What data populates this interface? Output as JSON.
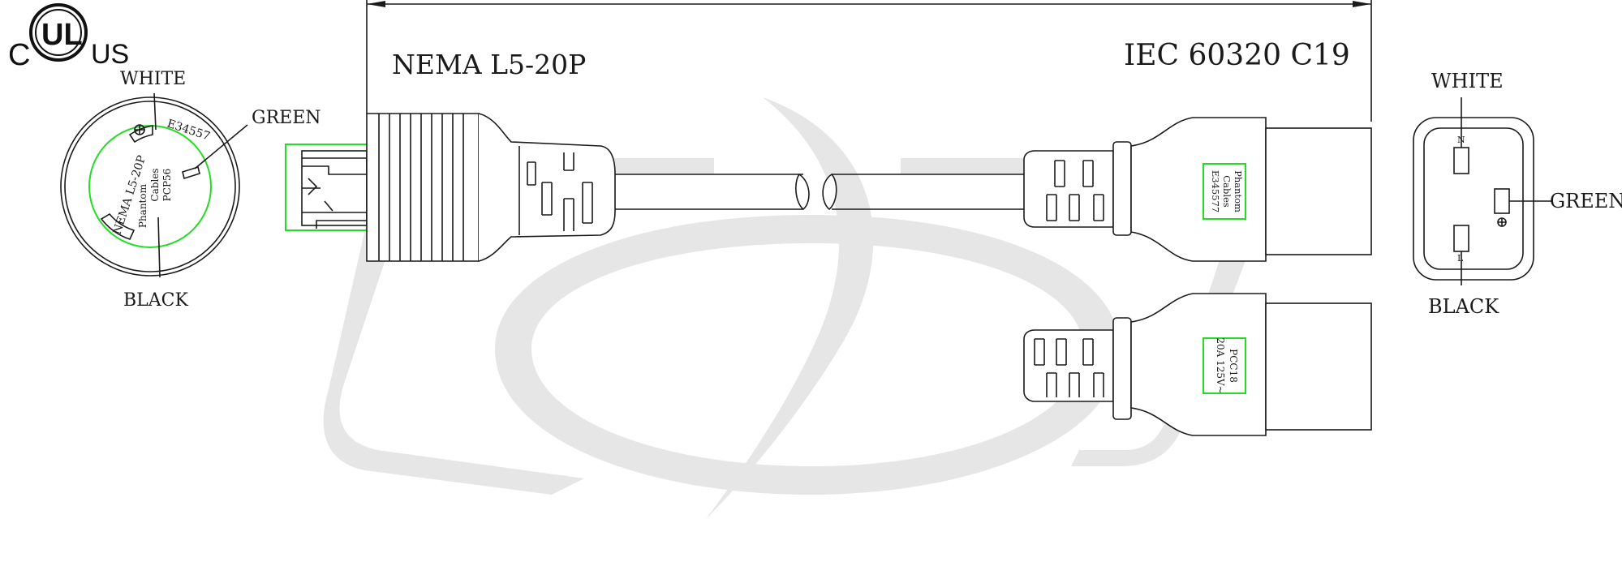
{
  "certification": {
    "mark_letters": "UL",
    "left_letter": "C",
    "right_letters": "US"
  },
  "watermark": {
    "color": "#e6e6e6"
  },
  "dimension_line": {
    "present": true
  },
  "left_plug": {
    "title": "NEMA L5-20P",
    "face": {
      "arc_text": "NEMA L5-20P",
      "file_number": "E34557",
      "body_text": [
        "Phantom",
        "Cables",
        "PCP56"
      ],
      "wires": {
        "top": "WHITE",
        "right": "GREEN",
        "bottom": "BLACK"
      }
    }
  },
  "right_connector": {
    "title": "IEC 60320 C19",
    "label_a": [
      "Phantom",
      "Cables",
      "E345577"
    ],
    "label_b": [
      "PCC18",
      "20A 125V~"
    ],
    "face": {
      "pin_n": "N",
      "pin_l": "L",
      "wires": {
        "top": "WHITE",
        "right": "GREEN",
        "bottom": "BLACK"
      }
    }
  },
  "colors": {
    "line": "#1a1a1a",
    "highlight": "#22dd22",
    "background": "#ffffff"
  }
}
